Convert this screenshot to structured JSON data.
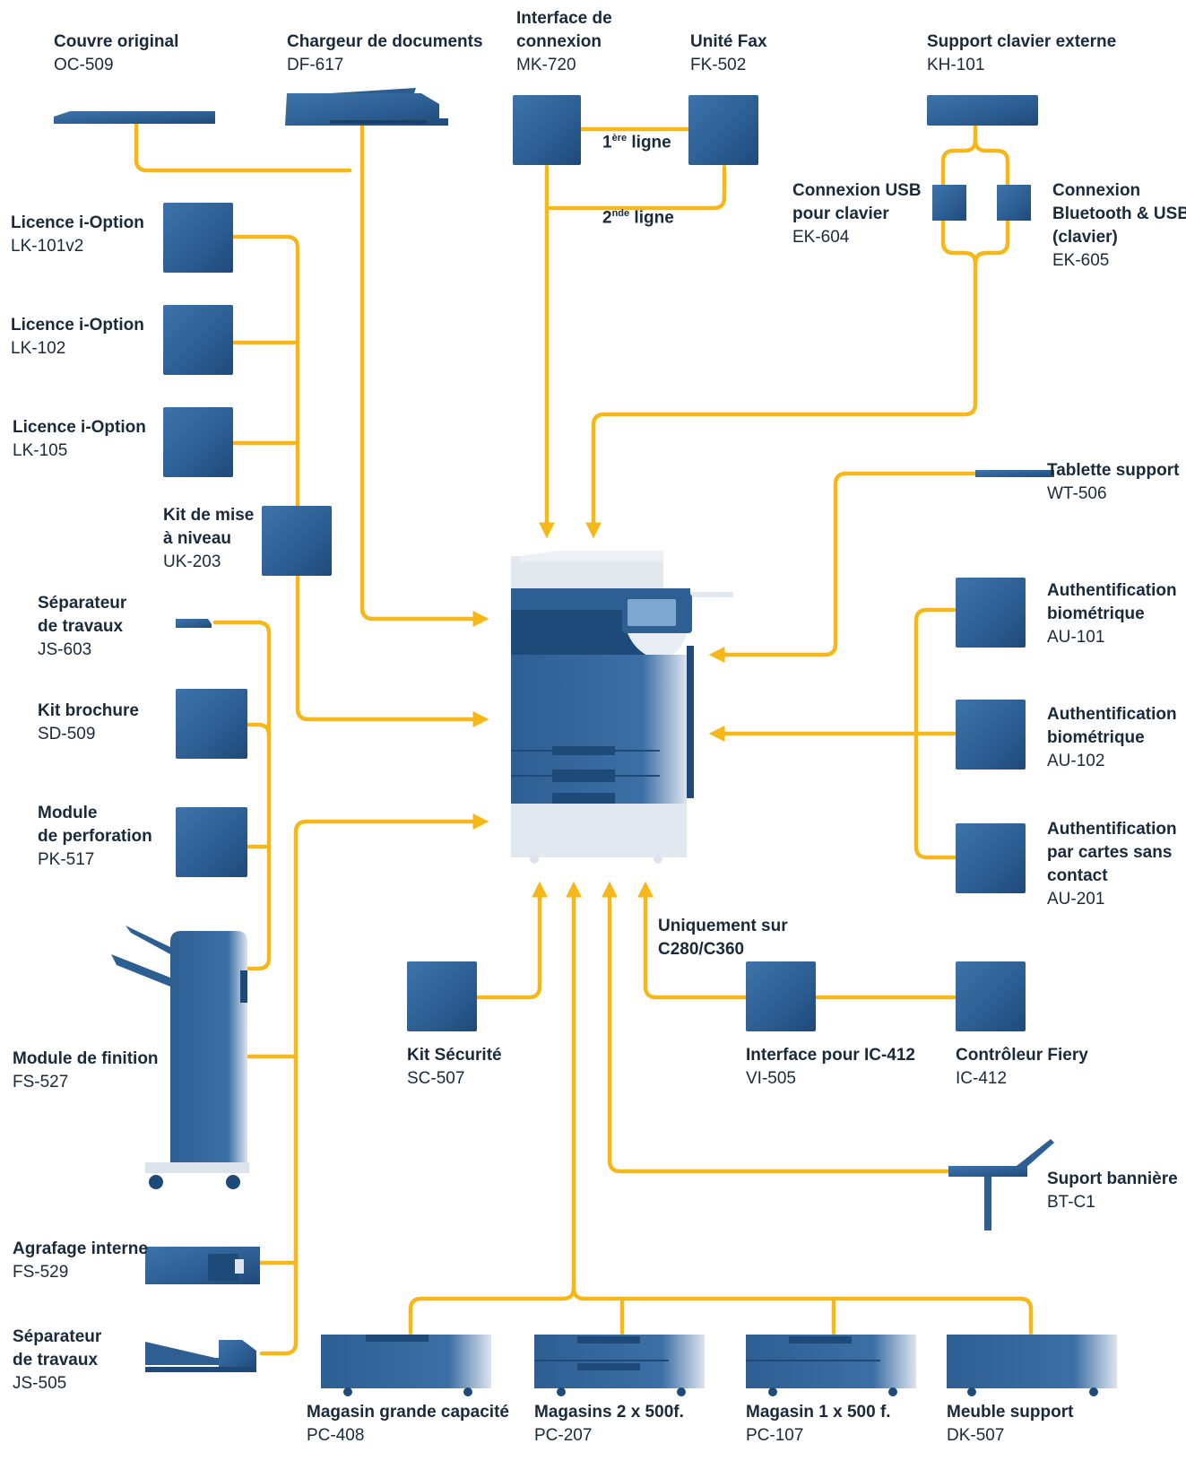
{
  "colors": {
    "connector": "#F5B818",
    "device": "#2E5F93",
    "device_dark": "#1E4A7A",
    "printer_light": "#E2E8F0"
  },
  "main_device": {
    "icon": "multifunction-printer-icon"
  },
  "options": [
    {
      "id": "oc509",
      "lines": [
        "Couvre original"
      ],
      "code": "OC-509",
      "icon": "platen-cover-icon"
    },
    {
      "id": "df617",
      "lines": [
        "Chargeur de documents"
      ],
      "code": "DF-617",
      "icon": "document-feeder-icon"
    },
    {
      "id": "mk720",
      "lines": [
        "Interface de",
        "connexion"
      ],
      "code": "MK-720",
      "icon": "module-box-icon"
    },
    {
      "id": "fk502",
      "lines": [
        "Unité Fax"
      ],
      "code": "FK-502",
      "icon": "module-box-icon"
    },
    {
      "id": "kh101",
      "lines": [
        "Support clavier externe"
      ],
      "code": "KH-101",
      "icon": "keyboard-holder-icon"
    },
    {
      "id": "ek604",
      "lines": [
        "Connexion USB",
        "pour clavier"
      ],
      "code": "EK-604",
      "icon": "module-box-icon"
    },
    {
      "id": "ek605",
      "lines": [
        "Connexion",
        "Bluetooth & USB",
        "(clavier)"
      ],
      "code": "EK-605",
      "icon": "module-box-icon"
    },
    {
      "id": "lk101",
      "lines": [
        "Licence i-Option"
      ],
      "code": "LK-101v2",
      "icon": "license-box-icon"
    },
    {
      "id": "lk102",
      "lines": [
        "Licence i-Option"
      ],
      "code": "LK-102",
      "icon": "license-box-icon"
    },
    {
      "id": "lk105",
      "lines": [
        "Licence i-Option"
      ],
      "code": "LK-105",
      "icon": "license-box-icon"
    },
    {
      "id": "uk203",
      "lines": [
        "Kit de mise",
        "à niveau"
      ],
      "code": "UK-203",
      "icon": "module-box-icon"
    },
    {
      "id": "js603",
      "lines": [
        "Séparateur",
        "de travaux"
      ],
      "code": "JS-603",
      "icon": "job-separator-icon"
    },
    {
      "id": "sd509",
      "lines": [
        "Kit brochure"
      ],
      "code": "SD-509",
      "icon": "module-box-icon"
    },
    {
      "id": "pk517",
      "lines": [
        "Module",
        "de perforation"
      ],
      "code": "PK-517",
      "icon": "module-box-icon"
    },
    {
      "id": "fs527",
      "lines": [
        "Module de finition"
      ],
      "code": "FS-527",
      "icon": "finisher-icon"
    },
    {
      "id": "fs529",
      "lines": [
        "Agrafage interne"
      ],
      "code": "FS-529",
      "icon": "inner-stapler-icon"
    },
    {
      "id": "js505",
      "lines": [
        "Séparateur",
        "de travaux"
      ],
      "code": "JS-505",
      "icon": "job-separator-tray-icon"
    },
    {
      "id": "wt506",
      "lines": [
        "Tablette support"
      ],
      "code": "WT-506",
      "icon": "working-table-icon"
    },
    {
      "id": "au101",
      "lines": [
        "Authentification",
        "biométrique"
      ],
      "code": "AU-101",
      "icon": "module-box-icon"
    },
    {
      "id": "au102",
      "lines": [
        "Authentification",
        "biométrique"
      ],
      "code": "AU-102",
      "icon": "module-box-icon"
    },
    {
      "id": "au201",
      "lines": [
        "Authentification",
        "par cartes sans",
        "contact"
      ],
      "code": "AU-201",
      "icon": "module-box-icon"
    },
    {
      "id": "sc507",
      "lines": [
        "Kit Sécurité"
      ],
      "code": "SC-507",
      "icon": "module-box-icon"
    },
    {
      "id": "vi505",
      "lines": [
        "Interface pour IC-412"
      ],
      "code": "VI-505",
      "icon": "module-box-icon"
    },
    {
      "id": "ic412",
      "lines": [
        "Contrôleur Fiery"
      ],
      "code": "IC-412",
      "icon": "module-box-icon"
    },
    {
      "id": "btc1",
      "lines": [
        "Suport bannière"
      ],
      "code": "BT-C1",
      "icon": "banner-support-icon"
    },
    {
      "id": "pc408",
      "lines": [
        "Magasin grande capacité"
      ],
      "code": "PC-408",
      "icon": "paper-cabinet-icon"
    },
    {
      "id": "pc207",
      "lines": [
        "Magasins 2 x 500f."
      ],
      "code": "PC-207",
      "icon": "paper-cabinet-icon"
    },
    {
      "id": "pc107",
      "lines": [
        "Magasin 1 x 500 f."
      ],
      "code": "PC-107",
      "icon": "paper-cabinet-icon"
    },
    {
      "id": "dk507",
      "lines": [
        "Meuble support"
      ],
      "code": "DK-507",
      "icon": "paper-cabinet-icon"
    }
  ],
  "line_labels": {
    "first_line": {
      "num": "1",
      "sup": "ère",
      "text": " ligne"
    },
    "second_line": {
      "num": "2",
      "sup": "nde",
      "text": " ligne"
    }
  },
  "note": [
    "Uniquement sur",
    "C280/C360"
  ]
}
